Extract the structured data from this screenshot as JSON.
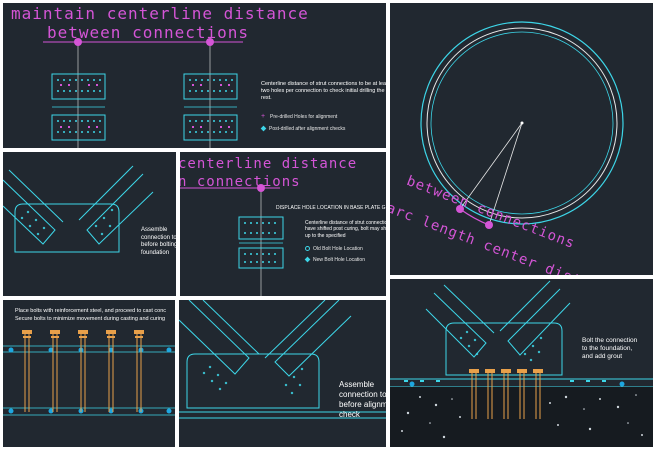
{
  "colors": {
    "background": "#212830",
    "frame": "#ffffff",
    "cyan": "#3dd6e8",
    "magenta": "#d455d6",
    "orange": "#e8a04a",
    "white": "#ffffff"
  },
  "panels": {
    "p1": {
      "title_line1": "maintain centerline distance",
      "title_line2": "between connections",
      "note": "Centerline distance of strut connections to be at least two holes per connection to check initial drilling the rest.",
      "legend": [
        {
          "label": "Pre-drilled Holes for alignment",
          "marker": "plus-icon",
          "color": "#d455d6"
        },
        {
          "label": "Post-drilled after alignment checks",
          "marker": "diamond-icon",
          "color": "#3dd6e8"
        }
      ]
    },
    "p2": {
      "arc_line1": "arc length center distance",
      "arc_line2": "between connections"
    },
    "p3": {
      "note": "Assemble connection to before bolting foundation"
    },
    "p4": {
      "title_line1": "centerline distance",
      "title_line2": "n connections",
      "heading": "DISPLACE HOLE LOCATION IN BASE PLATE G",
      "note": "Centerline distance of strut connection positions have shifted post curing, bolt may shift a distance up to the specified",
      "legend": [
        {
          "label": "Old Bolt Hole Location",
          "marker": "circle-icon",
          "color": "#3dd6e8"
        },
        {
          "label": "New Bolt Hole Location",
          "marker": "diamond-icon",
          "color": "#3dd6e8"
        }
      ]
    },
    "p5": {
      "note_line1": "Place bolts with reinforcement steel, and proceed to cast conc",
      "note_line2": "Secure bolts to minimize movement during casting and curing"
    },
    "p6": {
      "note": "Assemble connection to before alignm check"
    },
    "p7": {
      "note": "Bolt the connection to the foundation, and add grout"
    }
  }
}
